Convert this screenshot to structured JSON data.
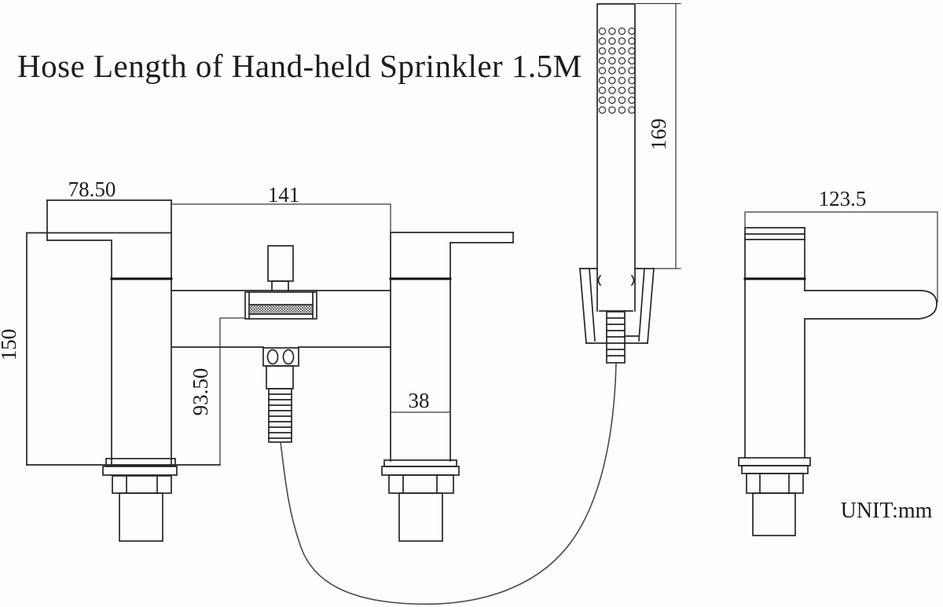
{
  "drawing": {
    "title": "Hose Length of Hand-held Sprinkler 1.5M",
    "unit_label": "UNIT:mm",
    "dimensions": {
      "handle_width_mm": "78.50",
      "handle_centers_mm": "141",
      "sprinkler_length_mm": "169",
      "body_height_mm": "150",
      "outlet_height_mm": "93.50",
      "lower_section_mm": "38",
      "spout_reach_mm": "123.5"
    },
    "colors": {
      "line": "#262626",
      "dimension_line": "#3a3a3a",
      "background": "#fdfdfd"
    }
  }
}
